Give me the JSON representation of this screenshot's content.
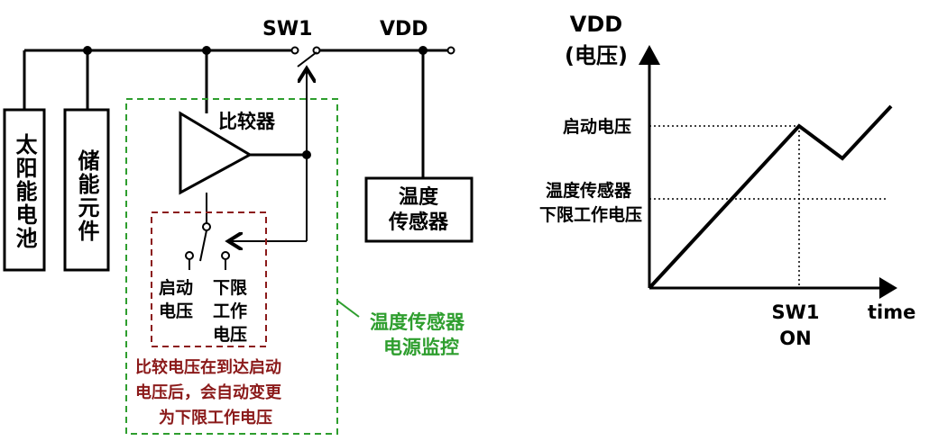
{
  "circuit": {
    "solar_cell": "太阳能电池",
    "storage": "储能元件",
    "comparator": "比较器",
    "switch": "SW1",
    "vdd": "VDD",
    "sensor_line1": "温度",
    "sensor_line2": "传感器",
    "start_v_line1": "启动",
    "start_v_line2": "电压",
    "lower_v_line1": "下限",
    "lower_v_line2": "工作",
    "lower_v_line3": "电压",
    "monitor_line1": "温度传感器",
    "monitor_line2": "电源监控",
    "note_line1": "比较电压在到达启动",
    "note_line2": "电压后，会自动变更",
    "note_line3": "为下限工作电压"
  },
  "graph": {
    "y_title_line1": "VDD",
    "y_title_line2": "(电压)",
    "start_voltage": "启动电压",
    "lower_line1": "温度传感器",
    "lower_line2": "下限工作电压",
    "x_event_line1": "SW1",
    "x_event_line2": "ON",
    "x_axis": "time"
  },
  "colors": {
    "wire": "#000000",
    "note_red": "#8b1a1a",
    "monitor_green": "#2e9e2e"
  }
}
